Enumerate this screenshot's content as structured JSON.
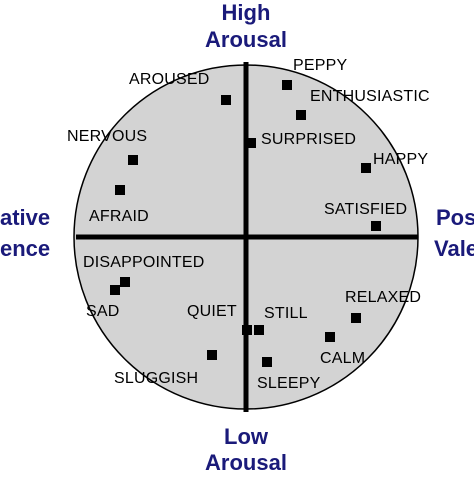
{
  "axes": {
    "top": [
      "High",
      "Arousal"
    ],
    "bottom": [
      "Low",
      "Arousal"
    ],
    "left": [
      "ative",
      "ence"
    ],
    "right": [
      "Pos",
      "Vale"
    ]
  },
  "emotions": [
    {
      "id": "aroused",
      "label": "AROUSED"
    },
    {
      "id": "peppy",
      "label": "PEPPY"
    },
    {
      "id": "enthusiastic",
      "label": "ENTHUSIASTIC"
    },
    {
      "id": "nervous",
      "label": "NERVOUS"
    },
    {
      "id": "surprised",
      "label": "SURPRISED"
    },
    {
      "id": "happy",
      "label": "HAPPY"
    },
    {
      "id": "afraid",
      "label": "AFRAID"
    },
    {
      "id": "satisfied",
      "label": "SATISFIED"
    },
    {
      "id": "disappointed",
      "label": "DISAPPOINTED"
    },
    {
      "id": "relaxed",
      "label": "RELAXED"
    },
    {
      "id": "sad",
      "label": "SAD"
    },
    {
      "id": "quiet",
      "label": "QUIET"
    },
    {
      "id": "still",
      "label": "STILL"
    },
    {
      "id": "calm",
      "label": "CALM"
    },
    {
      "id": "sluggish",
      "label": "SLUGGISH"
    },
    {
      "id": "sleepy",
      "label": "SLEEPY"
    }
  ],
  "colors": {
    "circle_fill": "#d3d3d3",
    "circle_stroke": "#000000",
    "axis_text": "#1a1a7a",
    "marker": "#000000"
  }
}
